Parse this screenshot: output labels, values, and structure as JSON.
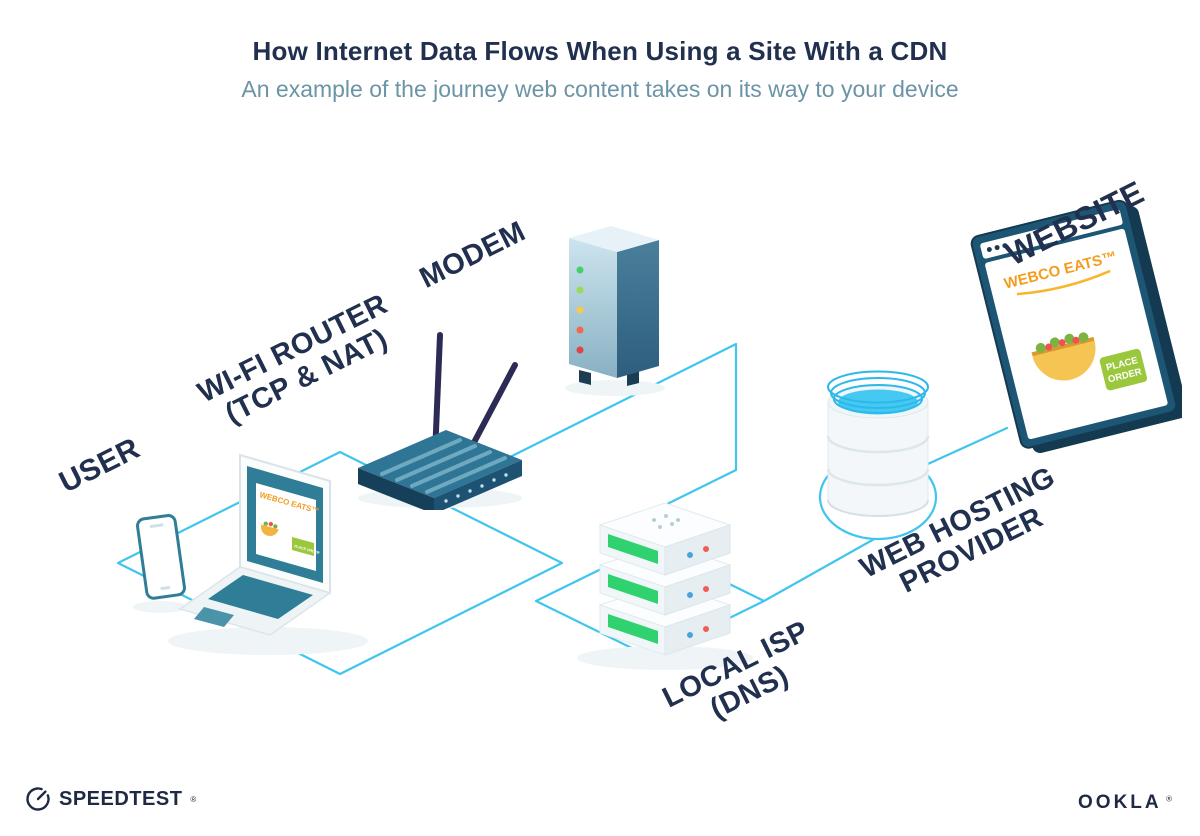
{
  "header": {
    "title": "How Internet Data Flows When Using a Site With a CDN",
    "subtitle": "An example of the journey web content takes on its way to your device"
  },
  "nodes": {
    "user": {
      "label": "USER"
    },
    "router": {
      "label1": "WI-FI ROUTER",
      "label2": "(TCP & NAT)"
    },
    "modem": {
      "label": "MODEM"
    },
    "isp": {
      "label1": "LOCAL ISP",
      "label2": "(DNS)"
    },
    "hosting": {
      "label1": "WEB HOSTING",
      "label2": "PROVIDER"
    },
    "website": {
      "label": "WEBSITE"
    }
  },
  "website_screen": {
    "brand": "WEBCO EATS™",
    "order1": "PLACE",
    "order2": "ORDER"
  },
  "laptop_screen": {
    "brand": "WEBCO EATS™",
    "order": "PLACE ORDER"
  },
  "footer": {
    "speedtest": "SPEEDTEST",
    "speedtest_mark": "®",
    "ookla": "OOKLA",
    "ookla_mark": "®"
  },
  "colors": {
    "navy": "#21304e",
    "subtitle_teal": "#6b94a6",
    "connection_cyan": "#40c5ef",
    "device_teal": "#2f7d96",
    "brand_orange": "#f39c1d",
    "button_green": "#9bc73d",
    "led_green": "#2fd26e"
  }
}
